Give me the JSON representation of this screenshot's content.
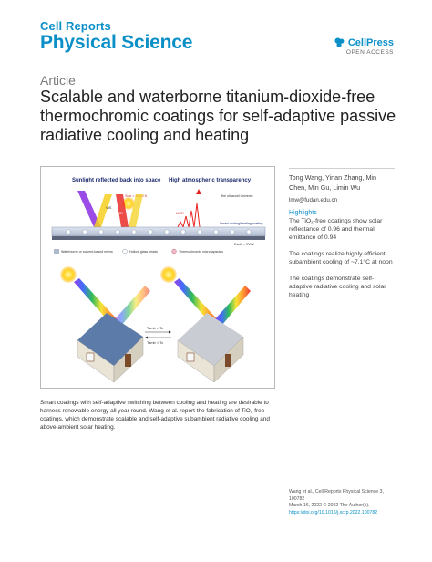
{
  "journal": {
    "line1": "Cell Reports",
    "line2": "Physical Science"
  },
  "brand": {
    "name": "CellPress",
    "sub": "OPEN ACCESS"
  },
  "article_label": "Article",
  "title": "Scalable and waterborne titanium-dioxide-free thermochromic coatings for self-adaptive passive radiative cooling and heating",
  "graphic": {
    "sunlight_label": "Sunlight reflected back into space",
    "transparency_label": "High atmospheric transparency",
    "sun_temp": "Sun = 5800 K",
    "universe_label": "the ultracold Universe",
    "uv": "UV",
    "vis": "VIS",
    "nir": "NIR",
    "ir_label": "LWIR",
    "coating_label": "Smart cooling/heating coating",
    "earth_temp": "Earth = 300 K",
    "legend_resin": "Waterborne or solvent-based resins",
    "legend_beads": "Hollow glass beads",
    "legend_micro": "Thermochromic microcapsules",
    "switch_hot": "Tamb > Tc",
    "switch_cold": "Tamb < Tc"
  },
  "caption": "Smart coatings with self-adaptive switching between cooling and heating are desirable to harness renewable energy all year round. Wang et al. report the fabrication of TiO₂-free coatings, which demonstrate scalable and self-adaptive subambient radiative cooling and above-ambient solar heating.",
  "side": {
    "authors": "Tong Wang, Yinan Zhang, Min Chen, Min Gu, Limin Wu",
    "email": "lmw@fudan.edu.cn",
    "highlights_label": "Highlights",
    "highlights": [
      "The TiO₂-free coatings show solar reflectance of 0.96 and thermal emittance of 0.94",
      "The coatings realize highly efficient subambient cooling of ~7.1°C at noon",
      "The coatings demonstrate self-adaptive radiative cooling and solar heating"
    ]
  },
  "citation": {
    "line1": "Wang et al., Cell Reports Physical Science 3,",
    "line2": "100782",
    "line3": "March 16, 2022 © 2022 The Author(s).",
    "doi": "https://doi.org/10.1016/j.xcrp.2022.100782"
  },
  "colors": {
    "accent": "#0a8fc7"
  }
}
